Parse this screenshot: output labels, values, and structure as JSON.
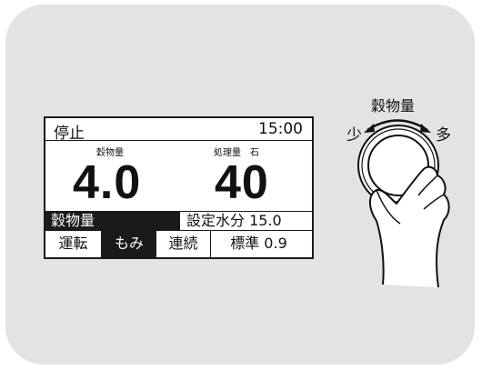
{
  "display": {
    "status": "停止",
    "clock": "15:00",
    "grain_amount_label": "穀物量",
    "grain_amount_value": "4.0",
    "throughput_label": "処理量　石",
    "throughput_value": "40",
    "grain_setting_label": "穀物量",
    "moisture_setting": "設定水分 15.0",
    "mode_run": "運転",
    "mode_grain": "もみ",
    "mode_continuous": "連続",
    "mode_standard": "標準 0.9"
  },
  "knob": {
    "title": "穀物量",
    "less_label": "少",
    "more_label": "多"
  }
}
